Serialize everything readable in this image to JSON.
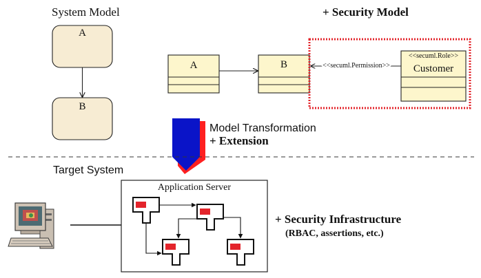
{
  "system_model": {
    "title": "System Model",
    "state_a": "A",
    "state_b": "B"
  },
  "security_model": {
    "title": "+ Security Model",
    "class_a": "A",
    "class_b": "B",
    "permission_stereotype": "<<secuml.Permission>>",
    "role_stereotype": "<<secuml.Role>>",
    "role_name": "Customer"
  },
  "transformation": {
    "line1": "Model Transformation",
    "line2": "+ Extension"
  },
  "target_system": {
    "title": "Target System",
    "app_server_label": "Application Server"
  },
  "infrastructure": {
    "line1": "+ Security Infrastructure",
    "line2": "(RBAC, assertions, etc.)"
  },
  "colors": {
    "state_fill": "#f7ecd3",
    "class_fill": "#fdf6cc",
    "security_red": "#e3242b",
    "arrow_blue": "#0a14c8",
    "arrow_red": "#ff2020"
  }
}
